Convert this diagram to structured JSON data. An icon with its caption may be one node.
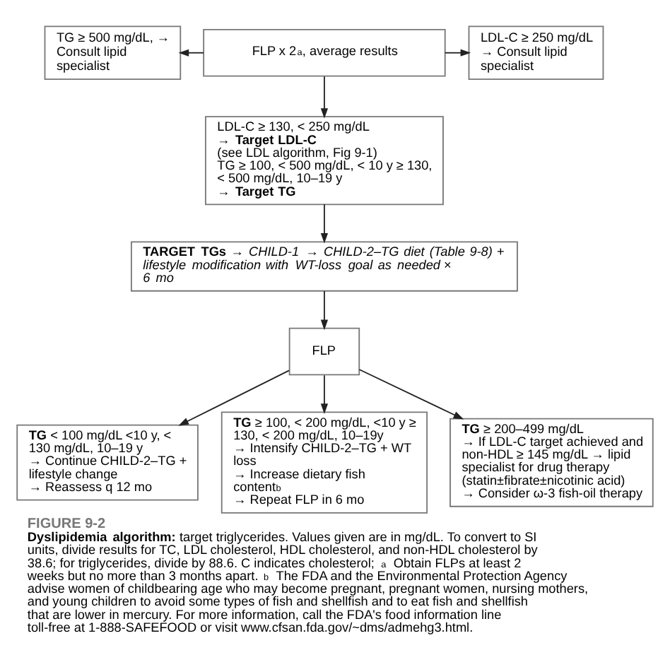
{
  "diagram": {
    "title": "FIGURE 9-2",
    "caption": "**Dyslipidemia algorithm:** target triglycerides. Values given are in mg/dL. To convert to SI units, divide results for TC, LDL cholesterol, HDL cholesterol, and non-HDL cholesterol by 38.6; for triglycerides, divide by 88.6. C indicates cholesterol; $^{a}$ Obtain FLPs at least 2 weeks but no more than 3 months apart. $^{b}$ The FDA and the Environmental Protection Agency advise women of childbearing age who may become pregnant, pregnant women, nursing mothers, and young children to avoid some types of fish and shellfish and to eat fish and shellfish that are lower in mercury. For more information, call the FDA's food information line toll-free at 1-888-SAFEFOOD or visit www.cfsan.fda.gov/~dms/admehg3.html.",
    "nodes": [
      {
        "text": [
          "FLP x 2$^{a}$, average results"
        ]
      },
      {
        "text": [
          "TG ≥ 500 mg/dL, → Consult lipid specialist"
        ]
      },
      {
        "text": [
          "LDL-C ≥ 250 mg/dL → Consult lipid specialist"
        ]
      },
      {
        "text": [
          "LDL-C ≥ 130, < 250 mg/dL",
          "**→ Target LDL-C**",
          "(see LDL algorithm, Fig 9-1)",
          "TG ≥ 100, < 500 mg/dL, < 10 y ≥ 130, < 500 mg/dL, 10–19 y",
          "**→ Target TG**"
        ]
      },
      {
        "text": [
          "**TARGET TGs** *→ CHILD-1 → CHILD-2–TG diet (Table 9-8) + lifestyle modification with WT-loss goal as needed × 6 mo*"
        ]
      },
      {
        "text": [
          "FLP"
        ]
      },
      {
        "text": [
          "**TG** < 100 mg/dL <10 y, < 130 mg/dL, 10–19 y",
          "→ Continue CHILD-2–TG + lifestyle change",
          "→ Reassess q 12 mo"
        ]
      },
      {
        "text": [
          "**TG** ≥ 100, < 200 mg/dL, <10 y ≥ 130, < 200 mg/dL, 10–19y",
          "→ Intensify CHILD-2–TG + WT loss",
          "→ Increase dietary fish content$^{b}$",
          "→ Repeat FLP in 6 mo"
        ]
      },
      {
        "text": [
          "**TG** ≥ 200–499 mg/dL",
          "→ If LDL-C target achieved and non-HDL ≥ 145 mg/dL → lipid specialist for drug therapy (statin±fibrate±nicotinic acid)",
          "→ Consider ω-3 fish-oil therapy"
        ]
      }
    ],
    "edges": [
      {
        "from": 0,
        "to": 1,
        "arrow": "to"
      },
      {
        "from": 0,
        "to": 2,
        "arrow": "to"
      },
      {
        "from": 0,
        "to": 3,
        "arrow": "to"
      },
      {
        "from": 3,
        "to": 4,
        "arrow": "to"
      },
      {
        "from": 4,
        "to": 5,
        "arrow": "to"
      },
      {
        "from": 5,
        "to": 6,
        "arrow": "to"
      },
      {
        "from": 5,
        "to": 7,
        "arrow": "to"
      },
      {
        "from": 5,
        "to": 8,
        "arrow": "to"
      }
    ]
  }
}
